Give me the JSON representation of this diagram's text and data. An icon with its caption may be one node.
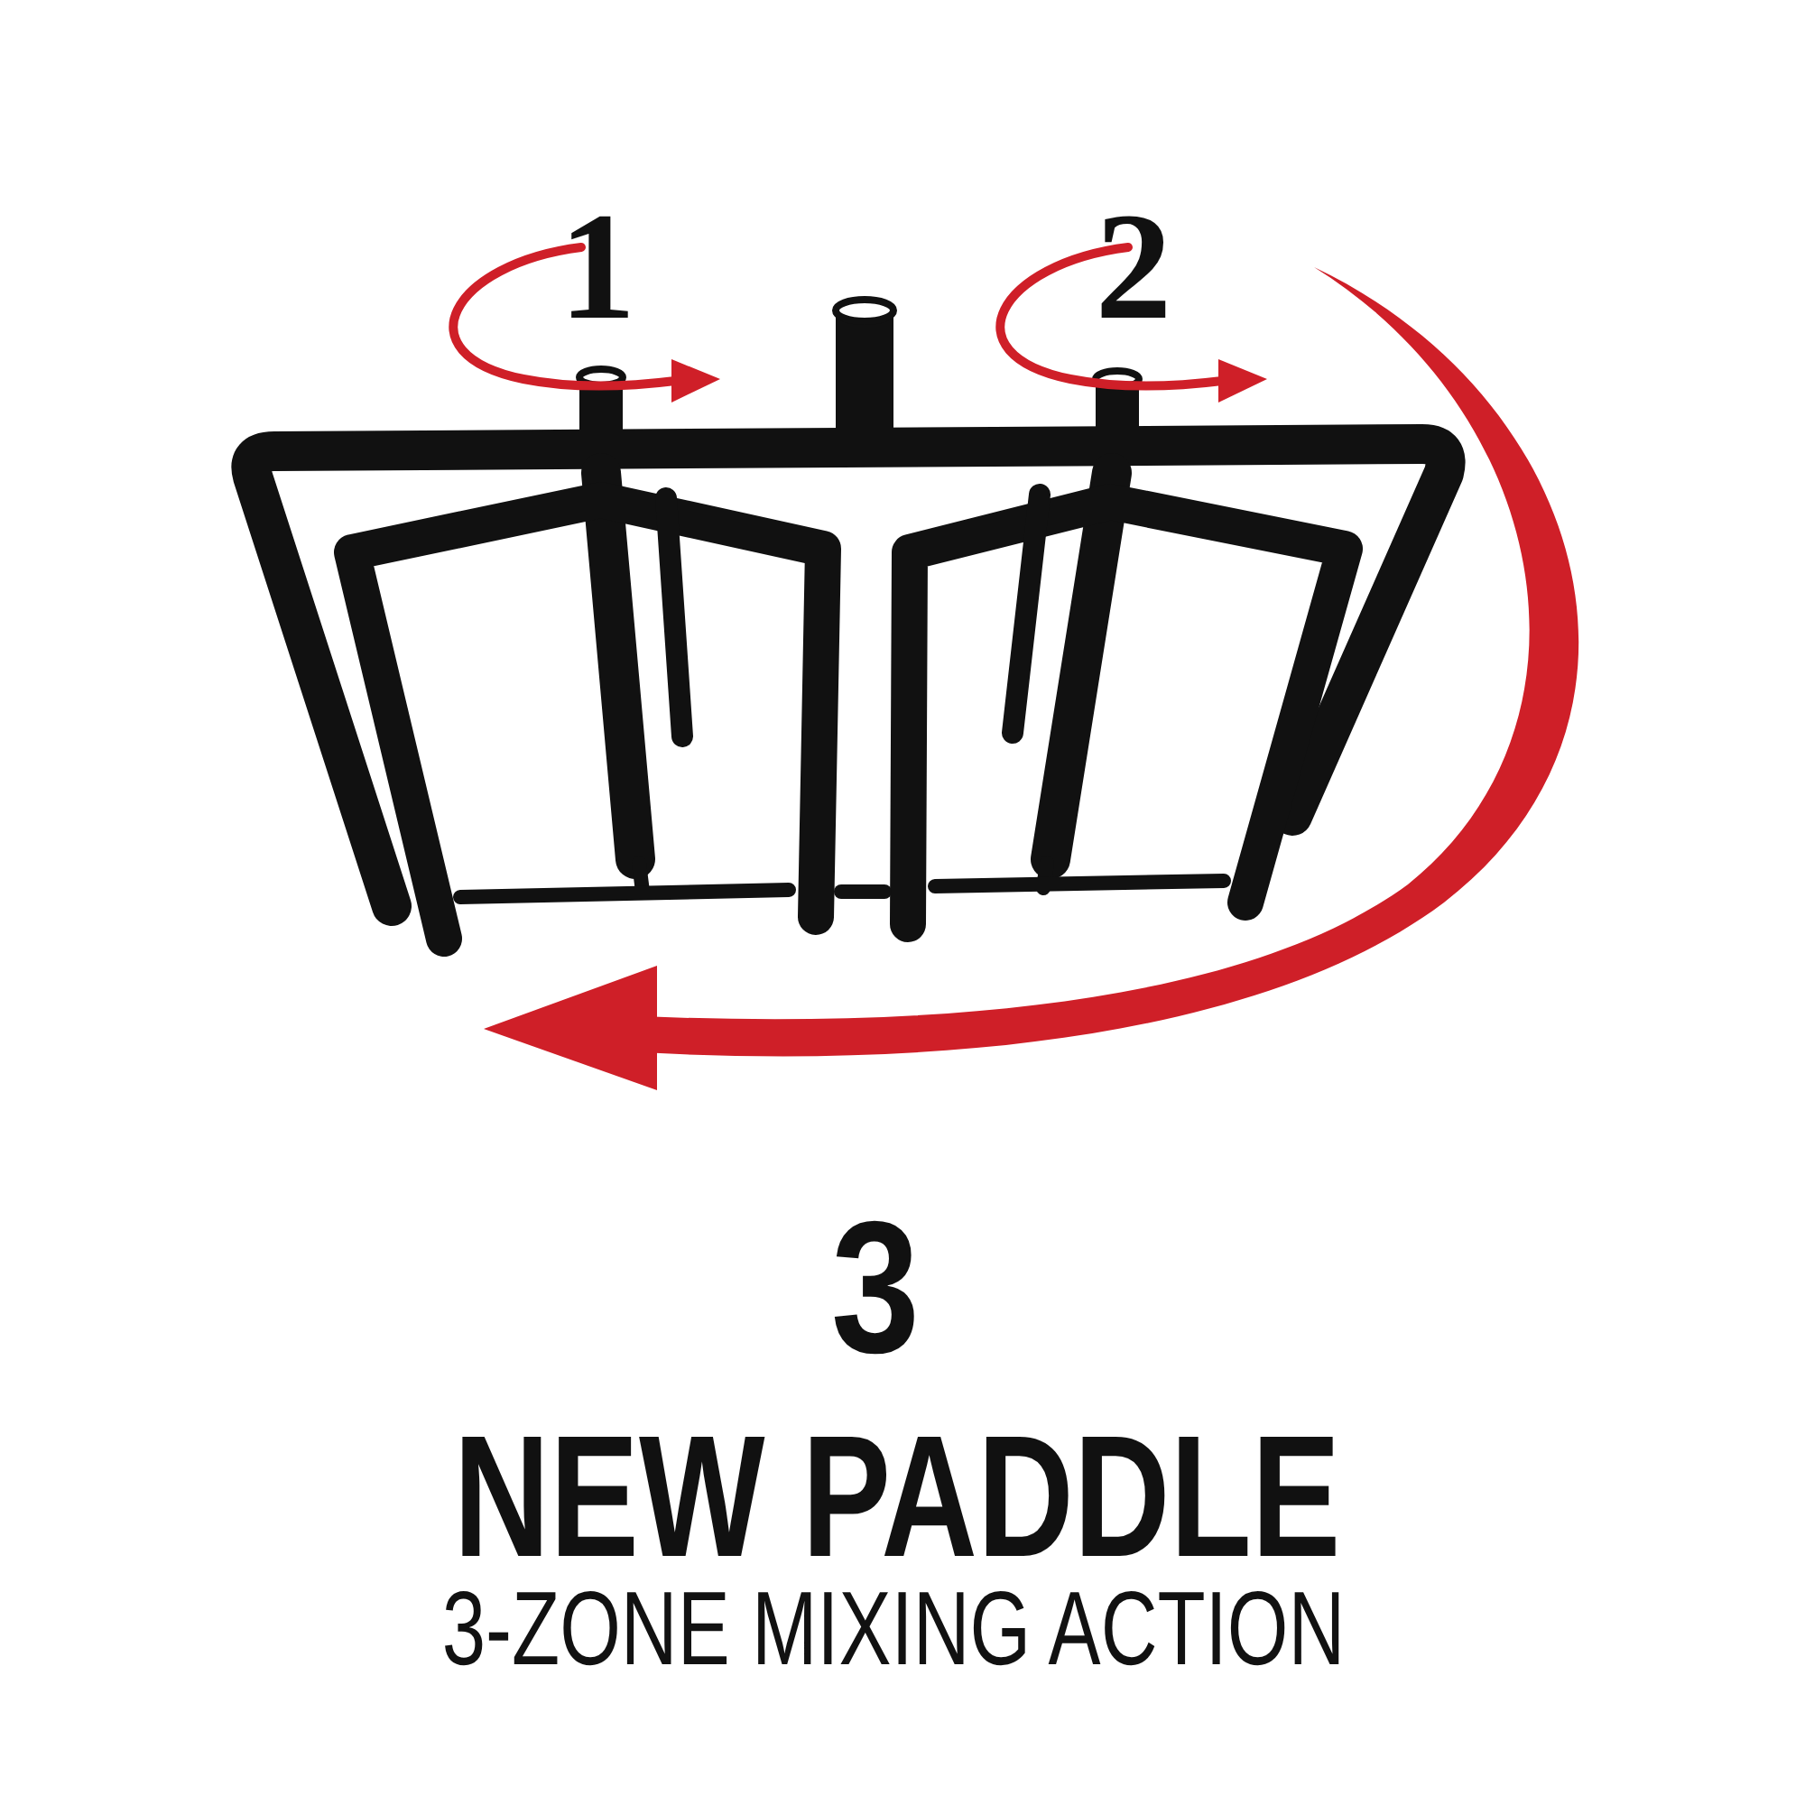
{
  "diagram": {
    "title": "NEW PADDLE",
    "caption": "3-ZONE MIXING ACTION",
    "labels": [
      "1",
      "2",
      "3"
    ]
  }
}
